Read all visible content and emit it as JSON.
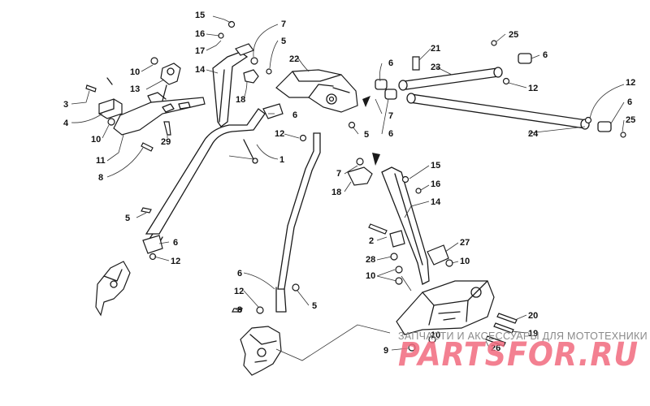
{
  "callouts": [
    {
      "id": "c15a",
      "label": "15"
    },
    {
      "id": "c16a",
      "label": "16"
    },
    {
      "id": "c17",
      "label": "17"
    },
    {
      "id": "c7a",
      "label": "7"
    },
    {
      "id": "c5a",
      "label": "5"
    },
    {
      "id": "c14a",
      "label": "14"
    },
    {
      "id": "c22",
      "label": "22"
    },
    {
      "id": "c10a",
      "label": "10"
    },
    {
      "id": "c13",
      "label": "13"
    },
    {
      "id": "c18a",
      "label": "18"
    },
    {
      "id": "c3",
      "label": "3"
    },
    {
      "id": "c4",
      "label": "4"
    },
    {
      "id": "c10b",
      "label": "10"
    },
    {
      "id": "c29",
      "label": "29"
    },
    {
      "id": "c11",
      "label": "11"
    },
    {
      "id": "c8a",
      "label": "8"
    },
    {
      "id": "c6a",
      "label": "6"
    },
    {
      "id": "c12a",
      "label": "12"
    },
    {
      "id": "c5b",
      "label": "5"
    },
    {
      "id": "c1",
      "label": "1"
    },
    {
      "id": "c6b",
      "label": "6"
    },
    {
      "id": "c7b",
      "label": "7"
    },
    {
      "id": "c6c",
      "label": "6"
    },
    {
      "id": "c21",
      "label": "21"
    },
    {
      "id": "c23",
      "label": "23"
    },
    {
      "id": "c12b",
      "label": "12"
    },
    {
      "id": "c25a",
      "label": "25"
    },
    {
      "id": "c6d",
      "label": "6"
    },
    {
      "id": "c12c",
      "label": "12"
    },
    {
      "id": "c6e",
      "label": "6"
    },
    {
      "id": "c25b",
      "label": "25"
    },
    {
      "id": "c24",
      "label": "24"
    },
    {
      "id": "c15b",
      "label": "15"
    },
    {
      "id": "c7c",
      "label": "7"
    },
    {
      "id": "c16b",
      "label": "16"
    },
    {
      "id": "c18b",
      "label": "18"
    },
    {
      "id": "c14b",
      "label": "14"
    },
    {
      "id": "c5c",
      "label": "5"
    },
    {
      "id": "c6f",
      "label": "6"
    },
    {
      "id": "c12d",
      "label": "12"
    },
    {
      "id": "c2",
      "label": "2"
    },
    {
      "id": "c27",
      "label": "27"
    },
    {
      "id": "c28",
      "label": "28"
    },
    {
      "id": "c10c",
      "label": "10"
    },
    {
      "id": "c10d",
      "label": "10"
    },
    {
      "id": "c6g",
      "label": "6"
    },
    {
      "id": "c12e",
      "label": "12"
    },
    {
      "id": "c5d",
      "label": "5"
    },
    {
      "id": "c8b",
      "label": "8"
    },
    {
      "id": "c20",
      "label": "20"
    },
    {
      "id": "c19",
      "label": "19"
    },
    {
      "id": "c10e",
      "label": "10"
    },
    {
      "id": "c26",
      "label": "26"
    },
    {
      "id": "c9",
      "label": "9"
    }
  ],
  "watermark": {
    "tagline": "ЗАПЧАСТИ И АКСЕССУАРЫ ДЛЯ МОТОТЕХНИКИ",
    "logo": "PARTSFOR.RU"
  },
  "colors": {
    "line": "#1a1a1a",
    "watermark_logo": "#f26a7e",
    "watermark_text": "#8a8a8a"
  }
}
